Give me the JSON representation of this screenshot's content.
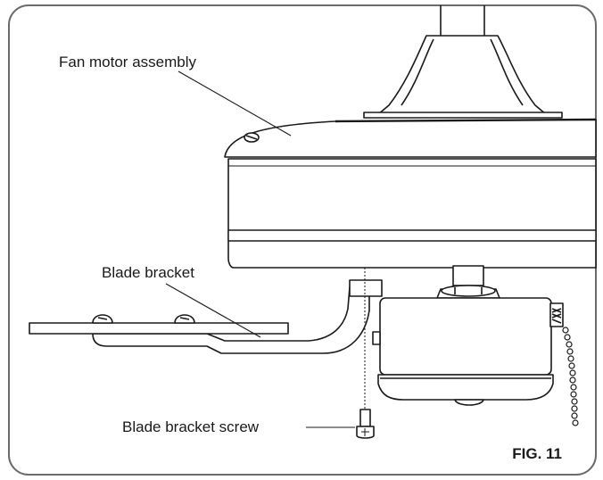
{
  "labels": {
    "motor": "Fan motor assembly",
    "bracket": "Blade bracket",
    "screw": "Blade bracket screw"
  },
  "figure": "FIG. 11",
  "colors": {
    "line": "#1a1a1a",
    "frame": "#6b6b6b",
    "fill": "#ffffff"
  }
}
